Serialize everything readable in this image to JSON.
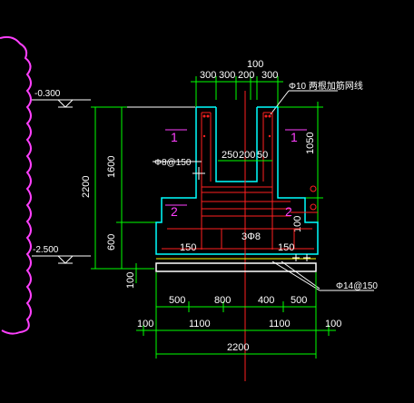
{
  "drawing": {
    "elevation_top": "-0.300",
    "elevation_bottom": "-2.500",
    "note_top": "Φ10 两根加筋网线",
    "section_mark": "1",
    "section_mark_2": "2",
    "rebar_mid": "3Φ8",
    "rebar_stirrup": "Φ8@150",
    "rebar_bottom": "Φ14@150",
    "colors": {
      "cyan": "#00ffff",
      "green": "#00ff00",
      "red": "#ff2020",
      "magenta": "#ff40ff",
      "white": "#ffffff",
      "yellow": "#ffff00"
    }
  },
  "dims": {
    "top_100": "100",
    "top_300a": "300",
    "top_300b": "300",
    "top_200": "200",
    "top_300c": "300",
    "inner_250": "250",
    "inner_200": "200",
    "inner_50": "50",
    "right_1050": "1050",
    "right_100": "100",
    "left_1600": "1600",
    "left_600": "600",
    "left_2200": "2200",
    "left_100": "100",
    "mid_150a": "150",
    "mid_150b": "150",
    "bot_500a": "500",
    "bot_800": "800",
    "bot_400": "400",
    "bot_500b": "500",
    "bot_100a": "100",
    "bot_1100a": "1100",
    "bot_1100b": "1100",
    "bot_100b": "100",
    "bot_2200": "2200"
  }
}
